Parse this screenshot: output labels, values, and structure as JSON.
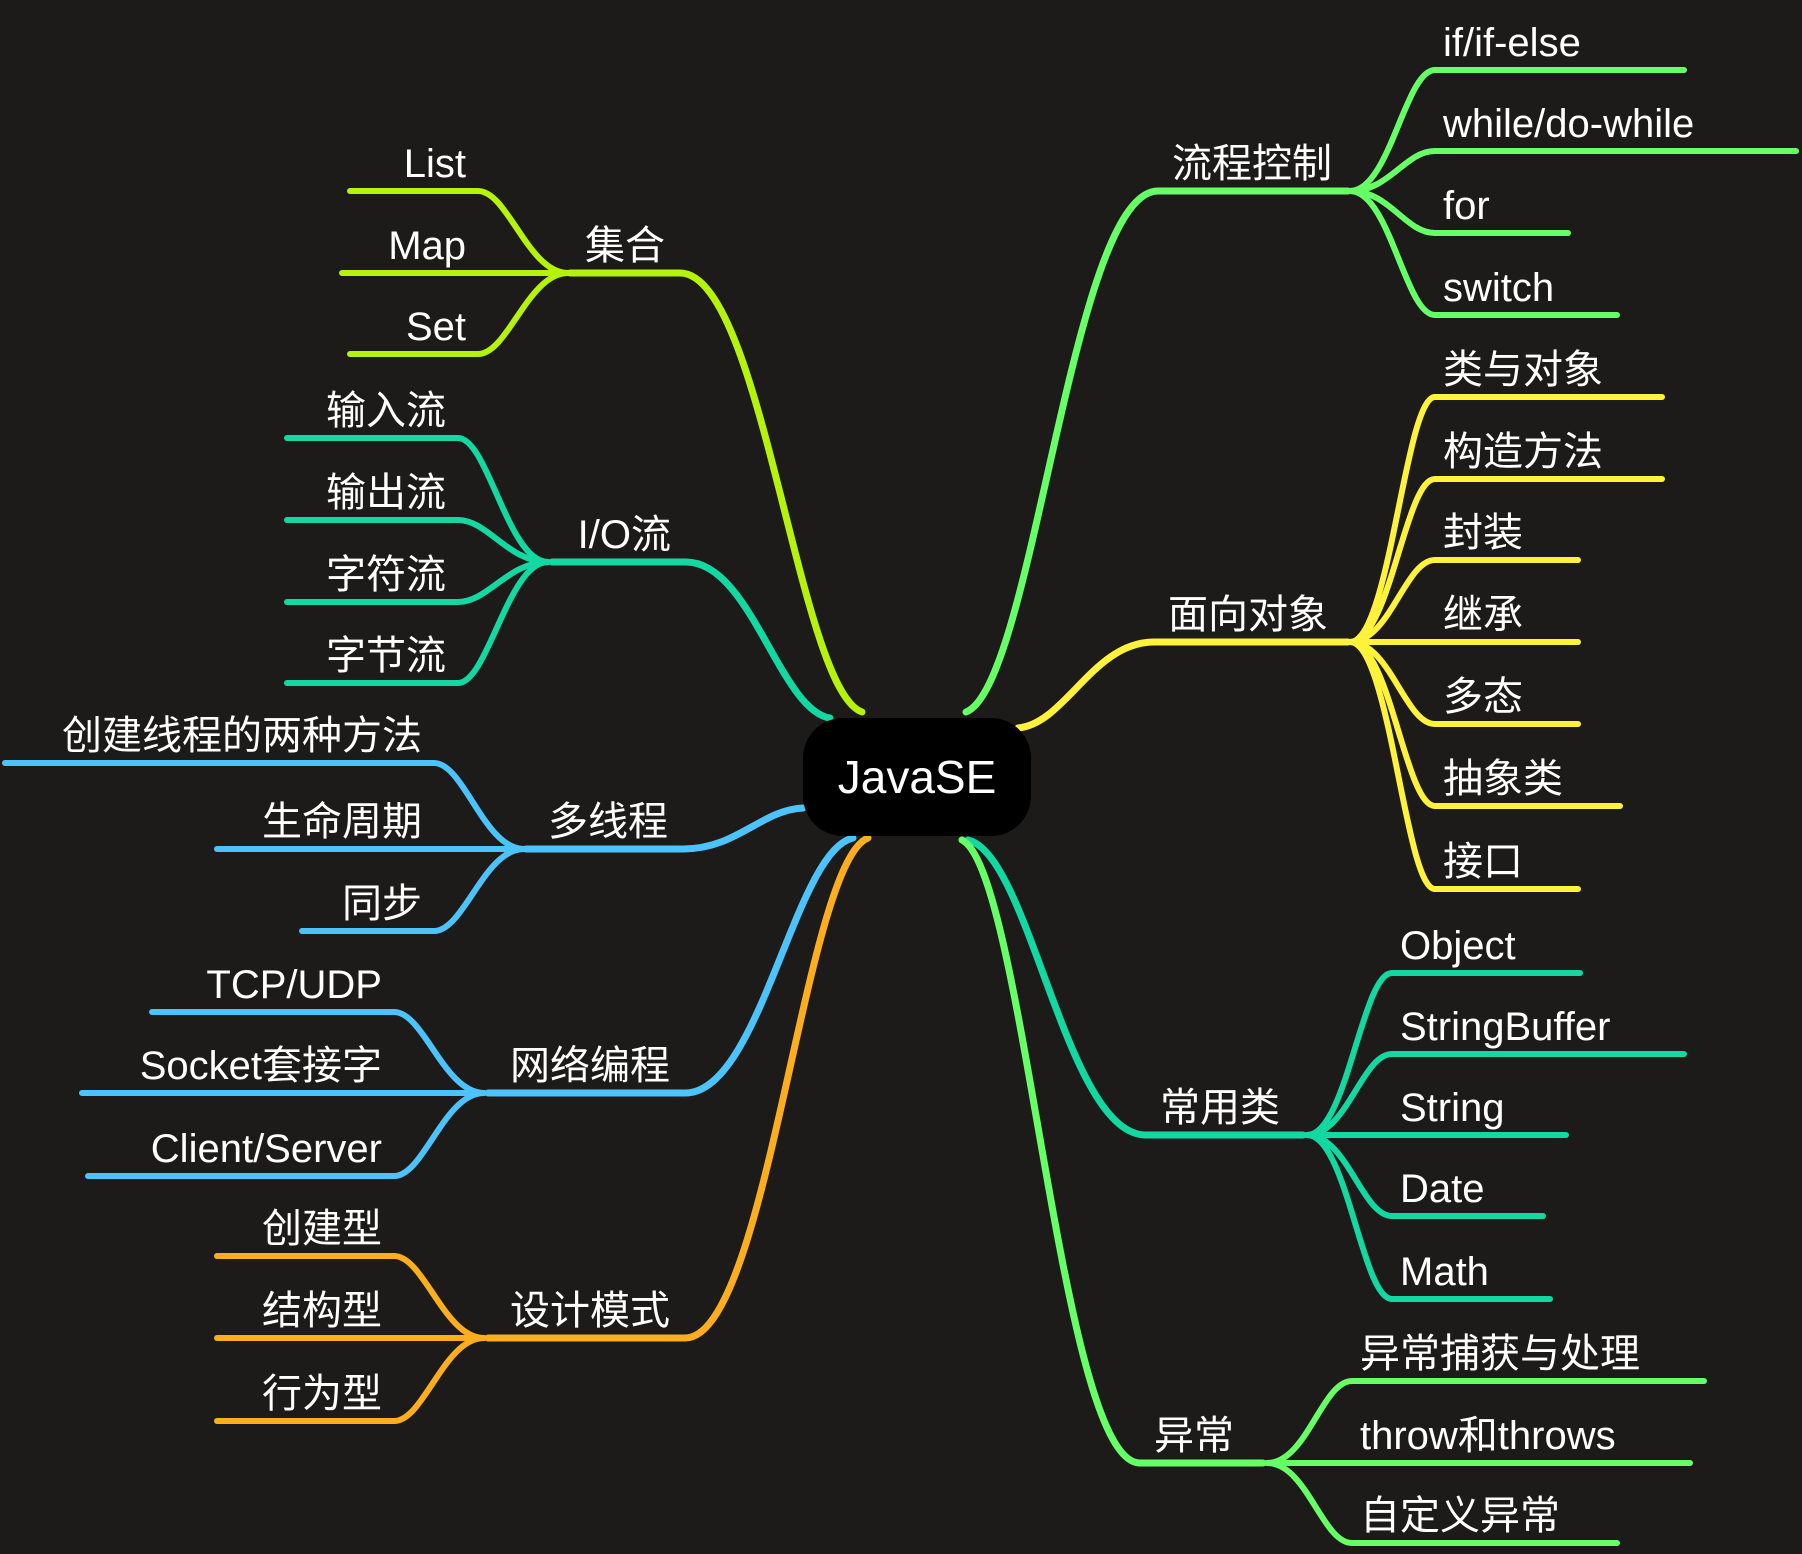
{
  "center": {
    "label": "JavaSE"
  },
  "colors": {
    "background": "#1d1b1a",
    "center_fill": "#000000",
    "text": "#ffffff",
    "lime": "#b5f20c",
    "teal": "#13d8a2",
    "sky": "#4dc3fb",
    "orange": "#fdae1d",
    "green": "#66ff66",
    "yellow": "#fff23a"
  },
  "branches": [
    {
      "key": "collections",
      "label": "集合",
      "color": "#b5f20c",
      "side": "left",
      "children": [
        "List",
        "Map",
        "Set"
      ]
    },
    {
      "key": "io",
      "label": "I/O流",
      "color": "#13d8a2",
      "side": "left",
      "children": [
        "输入流",
        "输出流",
        "字符流",
        "字节流"
      ]
    },
    {
      "key": "threads",
      "label": "多线程",
      "color": "#4dc3fb",
      "side": "left",
      "children": [
        "创建线程的两种方法",
        "生命周期",
        "同步"
      ]
    },
    {
      "key": "network",
      "label": "网络编程",
      "color": "#4dc3fb",
      "side": "left",
      "children": [
        "TCP/UDP",
        "Socket套接字",
        "Client/Server"
      ]
    },
    {
      "key": "patterns",
      "label": "设计模式",
      "color": "#fdae1d",
      "side": "left",
      "children": [
        "创建型",
        "结构型",
        "行为型"
      ]
    },
    {
      "key": "flow",
      "label": "流程控制",
      "color": "#66ff66",
      "side": "right",
      "children": [
        "if/if-else",
        "while/do-while",
        "for",
        "switch"
      ]
    },
    {
      "key": "oop",
      "label": "面向对象",
      "color": "#fff23a",
      "side": "right",
      "children": [
        "类与对象",
        "构造方法",
        "封装",
        "继承",
        "多态",
        "抽象类",
        "接口"
      ]
    },
    {
      "key": "common",
      "label": "常用类",
      "color": "#13d8a2",
      "side": "right",
      "children": [
        "Object",
        "StringBuffer",
        "String",
        "Date",
        "Math"
      ]
    },
    {
      "key": "exceptions",
      "label": "异常",
      "color": "#66ff66",
      "side": "right",
      "children": [
        "异常捕获与处理",
        "throw和throws",
        "自定义异常"
      ]
    }
  ]
}
